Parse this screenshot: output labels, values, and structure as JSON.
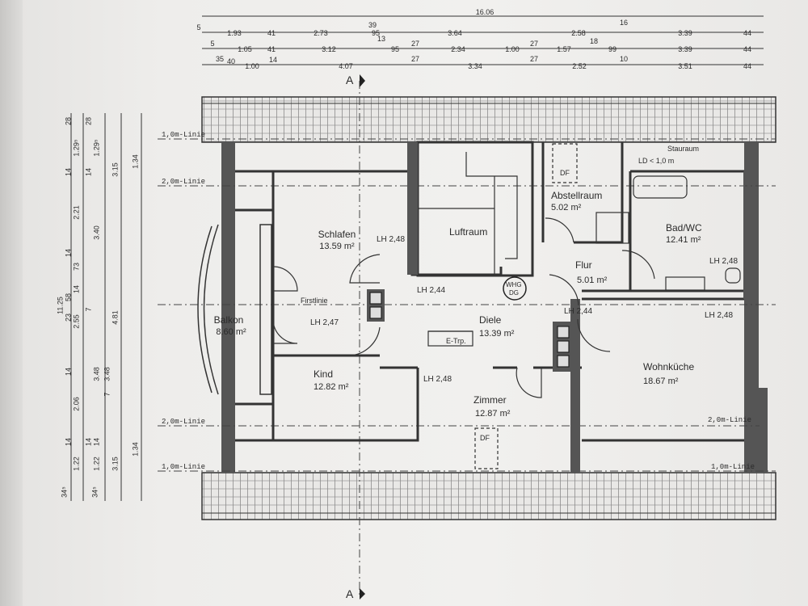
{
  "rooms": [
    {
      "id": "schlafen",
      "name": "Schlafen",
      "area": "13.59 m²",
      "lh": "LH 2,48"
    },
    {
      "id": "luftraum",
      "name": "Luftraum"
    },
    {
      "id": "abstellraum",
      "name": "Abstellraum",
      "area": "5.02 m²"
    },
    {
      "id": "bad",
      "name": "Bad/WC",
      "area": "12.41 m²",
      "lh": "LH 2,48"
    },
    {
      "id": "flur",
      "name": "Flur",
      "area": "5.01 m²",
      "lh": "LH 2,44"
    },
    {
      "id": "balkon",
      "name": "Balkon",
      "area": "8.60 m²"
    },
    {
      "id": "diele",
      "name": "Diele",
      "area": "13.39 m²",
      "lh": "LH 2,44"
    },
    {
      "id": "kind",
      "name": "Kind",
      "area": "12.82 m²",
      "lh": "LH 2,47"
    },
    {
      "id": "zimmer",
      "name": "Zimmer",
      "area": "12.87 m²",
      "lh": "LH 2,48"
    },
    {
      "id": "wohnkueche",
      "name": "Wohnküche",
      "area": "18.67 m²",
      "lh": "LH 2,48"
    }
  ],
  "labels": {
    "stauraum": "Stauraum",
    "ld": "LD < 1,0 m",
    "df": "DF",
    "whg": "WHG",
    "dg": "DG",
    "etrp": "E-Trp.",
    "firstlinie": "Firstlinie",
    "section": "A",
    "linie_1": "1,0m-Linie",
    "linie_2": "2,0m-Linie"
  },
  "dims_top": {
    "total": "16.06",
    "row1": [
      "5",
      "1.93",
      "41",
      "2.73",
      "39",
      "95",
      "3.64",
      "2.58",
      "16",
      "3.39",
      "44"
    ],
    "row2": [
      "5",
      "1.05",
      "41",
      "3.12",
      "13",
      "95",
      "27",
      "2.34",
      "1.00",
      "27",
      "1.57",
      "18",
      "99",
      "3.39",
      "44"
    ],
    "row3": [
      "35",
      "40",
      "1.00",
      "14",
      "4.07",
      "27",
      "3.34",
      "27",
      "2.52",
      "10",
      "3.51",
      "44"
    ]
  },
  "dims_left": {
    "total": "11.25",
    "col1": [
      "28",
      "1.29⁵",
      "14",
      "2.21",
      "14",
      "73",
      "58",
      "14",
      "2.55",
      "23",
      "14",
      "3.48",
      "14",
      "2.06",
      "14",
      "1.22",
      "34⁵"
    ],
    "col2": [
      "28",
      "1.29⁵",
      "3.40",
      "14",
      "7",
      "3.48",
      "7",
      "1.22",
      "14",
      "34⁵"
    ],
    "col3": [
      "3.15",
      "4.81",
      "3.15"
    ],
    "col4": [
      "1.34",
      "1.34"
    ]
  }
}
